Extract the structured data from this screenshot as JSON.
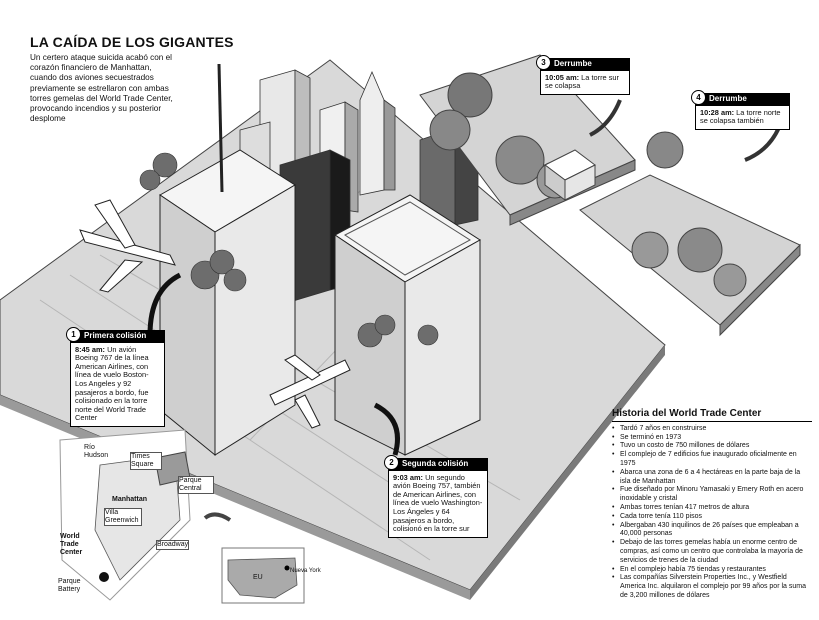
{
  "title": "LA CAÍDA DE LOS GIGANTES",
  "intro": "Un certero ataque suicida acabó con el corazón financiero de Manhattan, cuando dos aviones secuestrados previamente se estrellaron con ambas torres gemelas del World Trade Center, provocando incendios y su posterior desplome",
  "events": [
    {
      "n": "1",
      "label": "Primera colisión",
      "time": "8:45 am:",
      "text": "Un avión Boeing 767 de la línea American Airlines, con línea de vuelo Boston-Los Angeles y 92 pasajeros a bordo, fue colisionado en la torre norte del World Trade Center"
    },
    {
      "n": "2",
      "label": "Segunda colisión",
      "time": "9:03 am:",
      "text": "Un segundo avión Boeing 757, también de American Airlines, con línea de vuelo Washington-Los Ángeles y 64 pasajeros a bordo, colisionó en la torre sur"
    },
    {
      "n": "3",
      "label": "Derrumbe",
      "time": "10:05 am:",
      "text": "La torre sur se colapsa"
    },
    {
      "n": "4",
      "label": "Derrumbe",
      "time": "10:28 am:",
      "text": "La torre norte se colapsa también"
    }
  ],
  "history": {
    "title": "Historia del World Trade Center",
    "items": [
      "Tardó 7 años en construirse",
      "Se terminó en 1973",
      "Tuvo un costo de 750 millones de dólares",
      "El complejo de 7 edificios fue inaugurado oficialmente en 1975",
      "Abarca una zona de 6 a 4 hectáreas en la parte baja de la isla de Manhattan",
      "Fue diseñado por Minoru Yamasaki y Emery Roth en acero inoxidable y cristal",
      "Ambas torres tenían 417 metros de altura",
      "Cada torre tenía 110 pisos",
      "Albergaban 430 inquilinos de 26 países que empleaban a 40,000 personas",
      "Debajo de las torres gemelas había un enorme centro de compras, así como un centro que controlaba la mayoría de servicios de trenes de la ciudad",
      "En el complejo había 75 tiendas y restaurantes",
      "Las compañías Silverstein Properties Inc., y Westfield America Inc. alquilaron el complejo por 99 años por la suma de 3,200 millones de dólares"
    ]
  },
  "map": {
    "rio": "Río Hudson",
    "times": "Times Square",
    "central": "Parque Central",
    "manhattan": "Manhattan",
    "villa": "Villa Greenwich",
    "broadway": "Broadway",
    "wtc": "World Trade Center",
    "battery": "Parque Battery",
    "eu": "EU",
    "ny": "Nueva York"
  }
}
